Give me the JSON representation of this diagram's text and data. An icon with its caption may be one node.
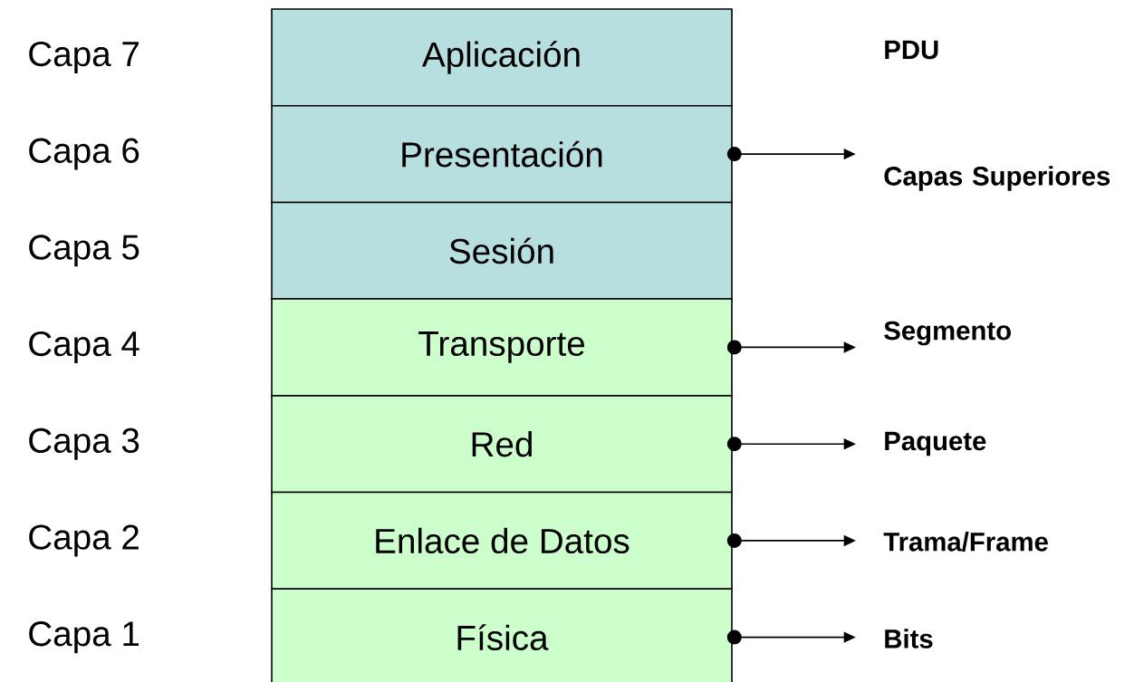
{
  "diagram": {
    "nodes": [
      {
        "text": [
          "Aplicación"
        ],
        "beside": [
          "Capa 7"
        ]
      },
      {
        "text": [
          "Presentación"
        ],
        "beside": [
          "Capa 6"
        ]
      },
      {
        "text": [
          "Sesión"
        ],
        "beside": [
          "Capa 5"
        ]
      },
      {
        "text": [
          "Transporte"
        ],
        "beside": [
          "Capa 4"
        ]
      },
      {
        "text": [
          "Red"
        ],
        "beside": [
          "Capa 3"
        ]
      },
      {
        "text": [
          "Enlace de Datos"
        ],
        "beside": [
          "Capa 2"
        ]
      },
      {
        "text": [
          "Física"
        ],
        "beside": [
          "Capa 1"
        ]
      },
      {
        "text": [
          "Capas Superiores"
        ]
      },
      {
        "text": [
          "Segmento"
        ]
      },
      {
        "text": [
          "Paquete"
        ]
      },
      {
        "text": [
          "Trama/Frame"
        ]
      },
      {
        "text": [
          "Bits"
        ]
      }
    ],
    "edges": [
      {
        "from": 1,
        "to": 7,
        "arrow": "to"
      },
      {
        "from": 3,
        "to": 8,
        "arrow": "to"
      },
      {
        "from": 4,
        "to": 9,
        "arrow": "to"
      },
      {
        "from": 5,
        "to": 10,
        "arrow": "to"
      },
      {
        "from": 6,
        "to": 11,
        "arrow": "to"
      }
    ],
    "labels": [
      "PDU"
    ]
  }
}
